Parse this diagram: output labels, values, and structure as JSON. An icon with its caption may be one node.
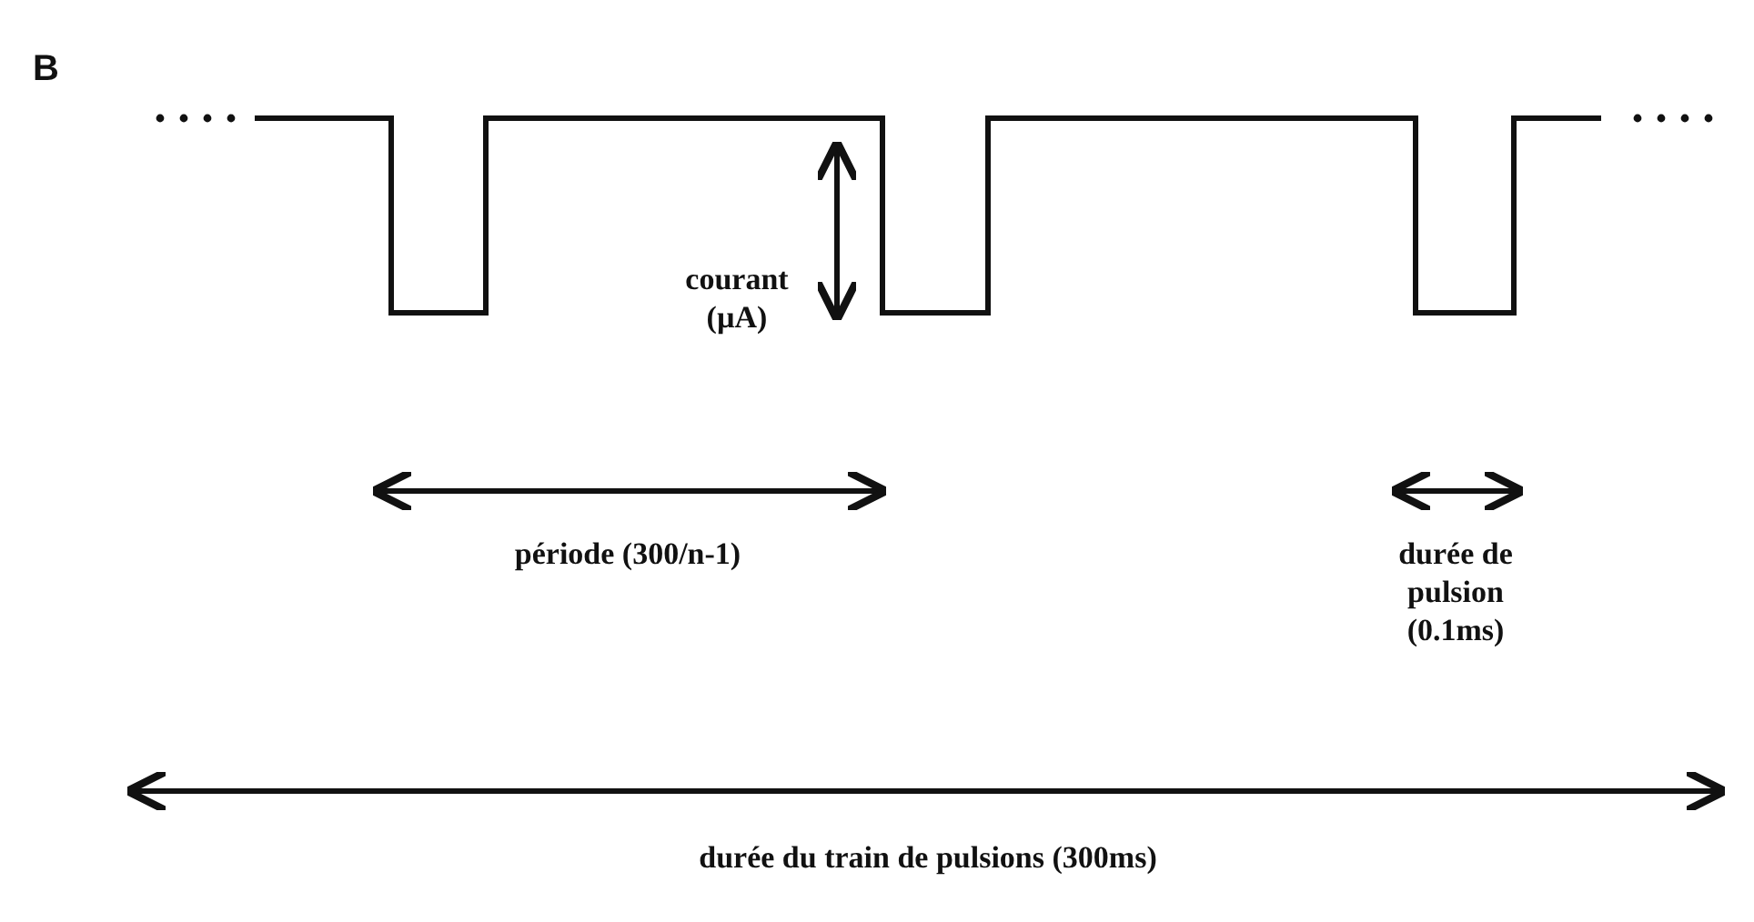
{
  "diagram": {
    "labels": [
      "B",
      "courant (µA)",
      "période (300/n-1)",
      "durée de pulsion (0.1ms)",
      "durée du train de pulsions (300ms)"
    ]
  }
}
